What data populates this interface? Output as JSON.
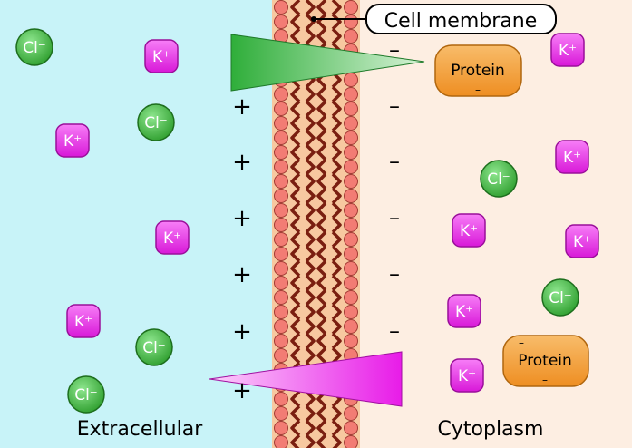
{
  "diagram": {
    "membrane_label": "Cell membrane",
    "regions": {
      "extracellular": "Extracellular",
      "cytoplasm": "Cytoplasm"
    },
    "ion_labels": {
      "chloride": "Cl⁻",
      "potassium": "K⁺"
    },
    "protein_label": "Protein",
    "charges": {
      "positive": "+",
      "negative": "–"
    },
    "colors": {
      "extracellular_bg": "#c8f3f8",
      "cytoplasm_bg": "#fdeee2",
      "membrane_head": "#f27c74",
      "membrane_tail": "#7a1e10",
      "chloride_ion": "#4cc24c",
      "potassium_ion": "#ee44ee",
      "protein": "#f3a040",
      "chloride_gradient": "#3dbb3d",
      "potassium_gradient": "#ee22ee"
    }
  }
}
